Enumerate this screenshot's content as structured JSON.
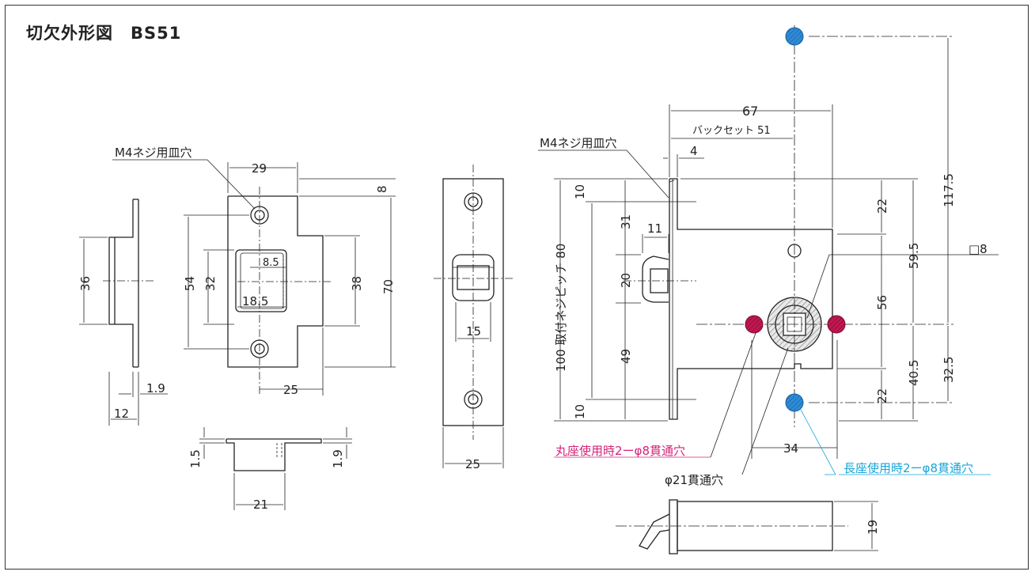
{
  "title": "切欠外形図　BS51",
  "colors": {
    "red_hole": "#c0174f",
    "blue_hole": "#2e8bd6",
    "magenta_label": "#d4237a",
    "cyan_label": "#1aa5d8",
    "line": "#222222"
  },
  "strike_plate": {
    "screw_hole_label": "M4ネジ用皿穴",
    "dims": {
      "width_top": "29",
      "height_outer": "54",
      "height_inner": "32",
      "window_w": "8.5",
      "window_offset": "18.5",
      "height_right": "38",
      "top_offset": "8",
      "height_total": "70",
      "width_bottom": "25",
      "side_height": "36",
      "side_thick": "1.9",
      "side_depth": "12",
      "bottom_thick_left": "1.5",
      "bottom_thick_right": "1.9",
      "bottom_width": "21"
    }
  },
  "front_plate": {
    "dims": {
      "latch_width": "15",
      "plate_width": "25"
    }
  },
  "lock_body": {
    "screw_hole_label": "M4ネジ用皿穴",
    "dims": {
      "overall": "67",
      "backset_label": "バックセット 51",
      "plate_thick": "4",
      "top_margin": "10",
      "upper": "31",
      "latch_w": "11",
      "latch_h": "20",
      "lower": "49",
      "bottom_margin": "10",
      "pitch_label": "100 取付ネジピッチ 80",
      "right_top": "22",
      "right_mid": "56",
      "right_bottom": "22",
      "upper_right": "59.5",
      "lower_right": "40.5",
      "far_top": "117.5",
      "far_bottom": "32.5",
      "square": "□8",
      "hole_spacing": "34",
      "thick": "19"
    },
    "labels": {
      "round_seat": "丸座使用時2ーφ8貫通穴",
      "through_hole": "φ21貫通穴",
      "long_seat": "長座使用時2ーφ8貫通穴"
    }
  }
}
